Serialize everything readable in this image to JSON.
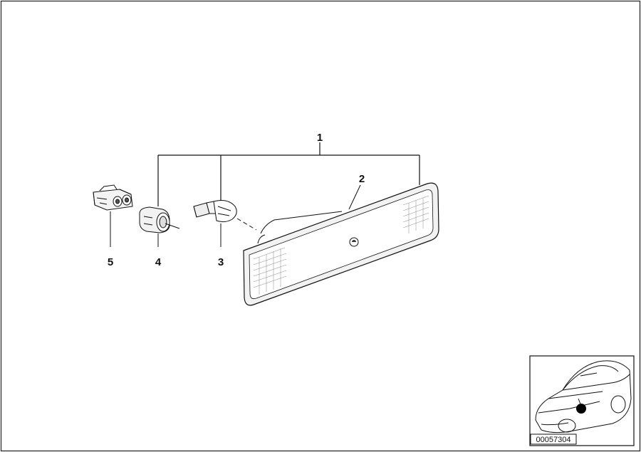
{
  "diagram": {
    "callouts": [
      {
        "id": "1",
        "label": "1"
      },
      {
        "id": "2",
        "label": "2"
      },
      {
        "id": "3",
        "label": "3"
      },
      {
        "id": "4",
        "label": "4"
      },
      {
        "id": "5",
        "label": "5"
      }
    ],
    "reference_number": "00057304",
    "inset_icon": "car-location-icon"
  }
}
